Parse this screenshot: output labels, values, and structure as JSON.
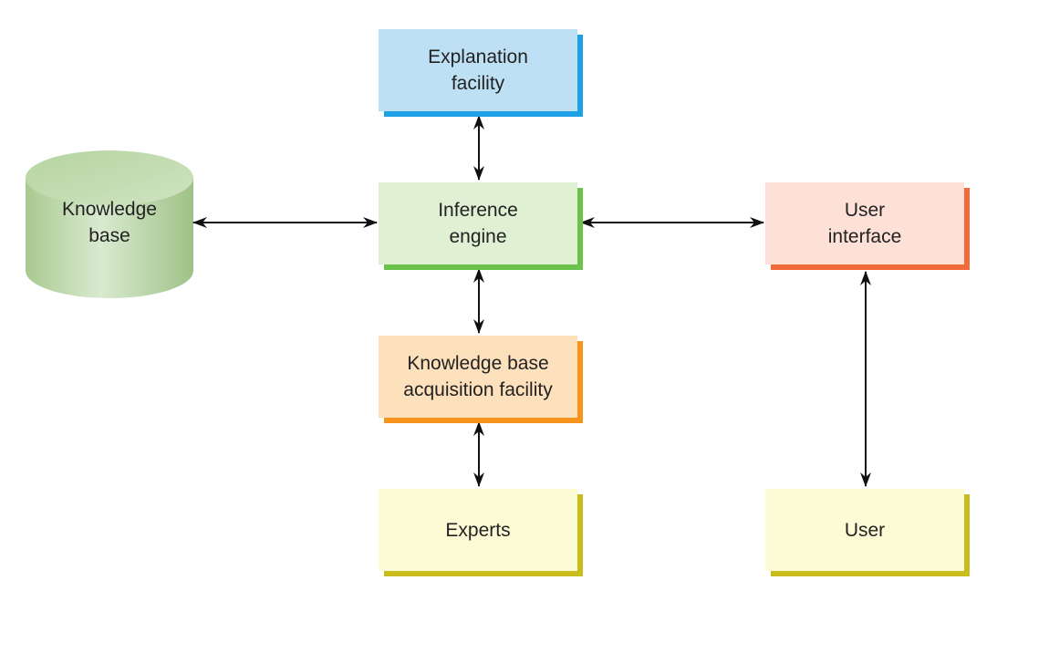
{
  "nodes": {
    "explanation": {
      "label": "Explanation\nfacility",
      "fill": "#bde0f5",
      "shadow": "#1ea0e6"
    },
    "inference": {
      "label": "Inference\nengine",
      "fill": "#dff0d3",
      "shadow": "#6cc24a"
    },
    "acquisition": {
      "label": "Knowledge base\nacquisition facility",
      "fill": "#fde0bc",
      "shadow": "#f7941d"
    },
    "experts": {
      "label": "Experts",
      "fill": "#fdfbd5",
      "shadow": "#c9bd1c"
    },
    "user_interface": {
      "label": "User\ninterface",
      "fill": "#fde1d7",
      "shadow": "#f26b3a"
    },
    "user": {
      "label": "User",
      "fill": "#fdfbd5",
      "shadow": "#c9bd1c"
    },
    "knowledge_base": {
      "label": "Knowledge\nbase",
      "fill": "#c7deb3",
      "shape": "cylinder"
    }
  },
  "connections": [
    {
      "from": "explanation",
      "to": "inference",
      "direction": "both"
    },
    {
      "from": "knowledge_base",
      "to": "inference",
      "direction": "both"
    },
    {
      "from": "inference",
      "to": "user_interface",
      "direction": "both"
    },
    {
      "from": "inference",
      "to": "acquisition",
      "direction": "both"
    },
    {
      "from": "acquisition",
      "to": "experts",
      "direction": "both"
    },
    {
      "from": "user_interface",
      "to": "user",
      "direction": "both"
    }
  ]
}
